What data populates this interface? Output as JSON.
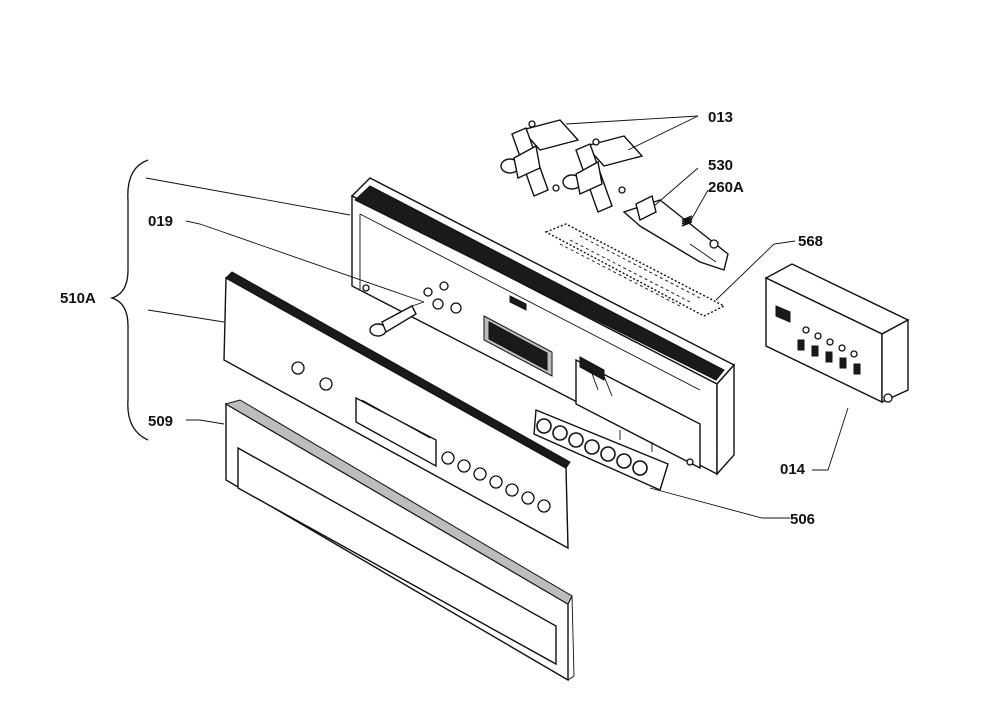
{
  "diagram": {
    "labels": {
      "p013": "013",
      "p530": "530",
      "p260A": "260A",
      "p568": "568",
      "p019": "019",
      "p510A": "510A",
      "p509": "509",
      "p014": "014",
      "p506": "506"
    }
  }
}
